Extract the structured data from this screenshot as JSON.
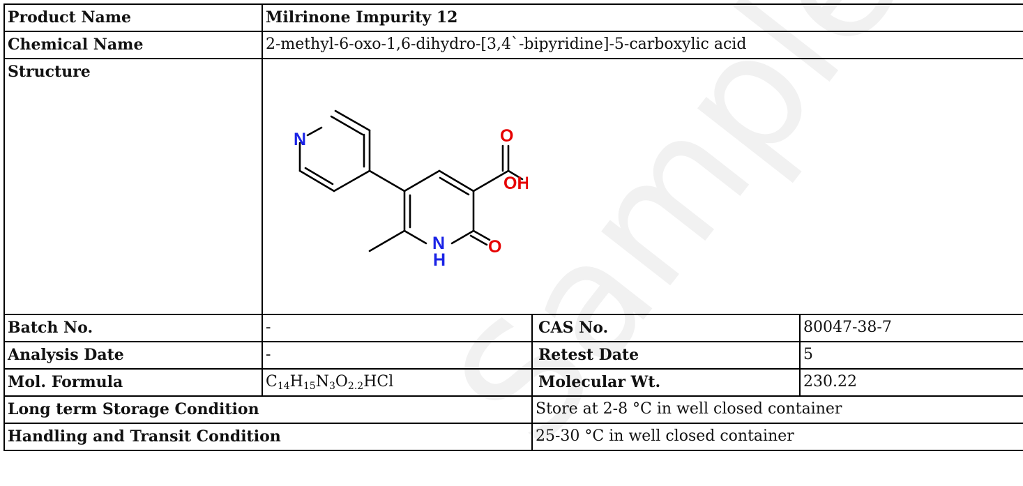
{
  "product_name": {
    "label": "Product Name",
    "value": "Milrinone Impurity 12"
  },
  "chemical_name": {
    "label": "Chemical Name",
    "value": "2-methyl-6-oxo-1,6-dihydro-[3,4`-bipyridine]-5-carboxylic acid"
  },
  "structure": {
    "label": "Structure",
    "atoms": {
      "n_pyridine": "N",
      "o_carbonyl": "O",
      "oh": "OH",
      "nh_n": "N",
      "nh_h": "H",
      "o_lactam": "O"
    },
    "colors": {
      "nitrogen": "#1a23e6",
      "oxygen": "#e60000",
      "bond": "#000000"
    }
  },
  "batch_no": {
    "label": "Batch No.",
    "value": "-"
  },
  "cas_no": {
    "label": "CAS No.",
    "value": "80047-38-7"
  },
  "analysis_date": {
    "label": "Analysis Date",
    "value": "-"
  },
  "retest_date": {
    "label": "Retest Date",
    "value": "5"
  },
  "mol_formula": {
    "label": "Mol. Formula",
    "parts": [
      "C",
      "14",
      "H",
      "15",
      "N",
      "3",
      "O",
      "2",
      ".",
      "2",
      "HCl"
    ]
  },
  "molecular_wt": {
    "label": "Molecular Wt.",
    "value": "230.22"
  },
  "storage": {
    "label": "Long term Storage Condition",
    "value": "Store at 2-8 °C in well closed container"
  },
  "handling": {
    "label": "Handling and Transit Condition",
    "value": "25-30 °C in well closed container"
  },
  "watermark": {
    "text": "Sample COA",
    "color": "#f2f2f2"
  }
}
